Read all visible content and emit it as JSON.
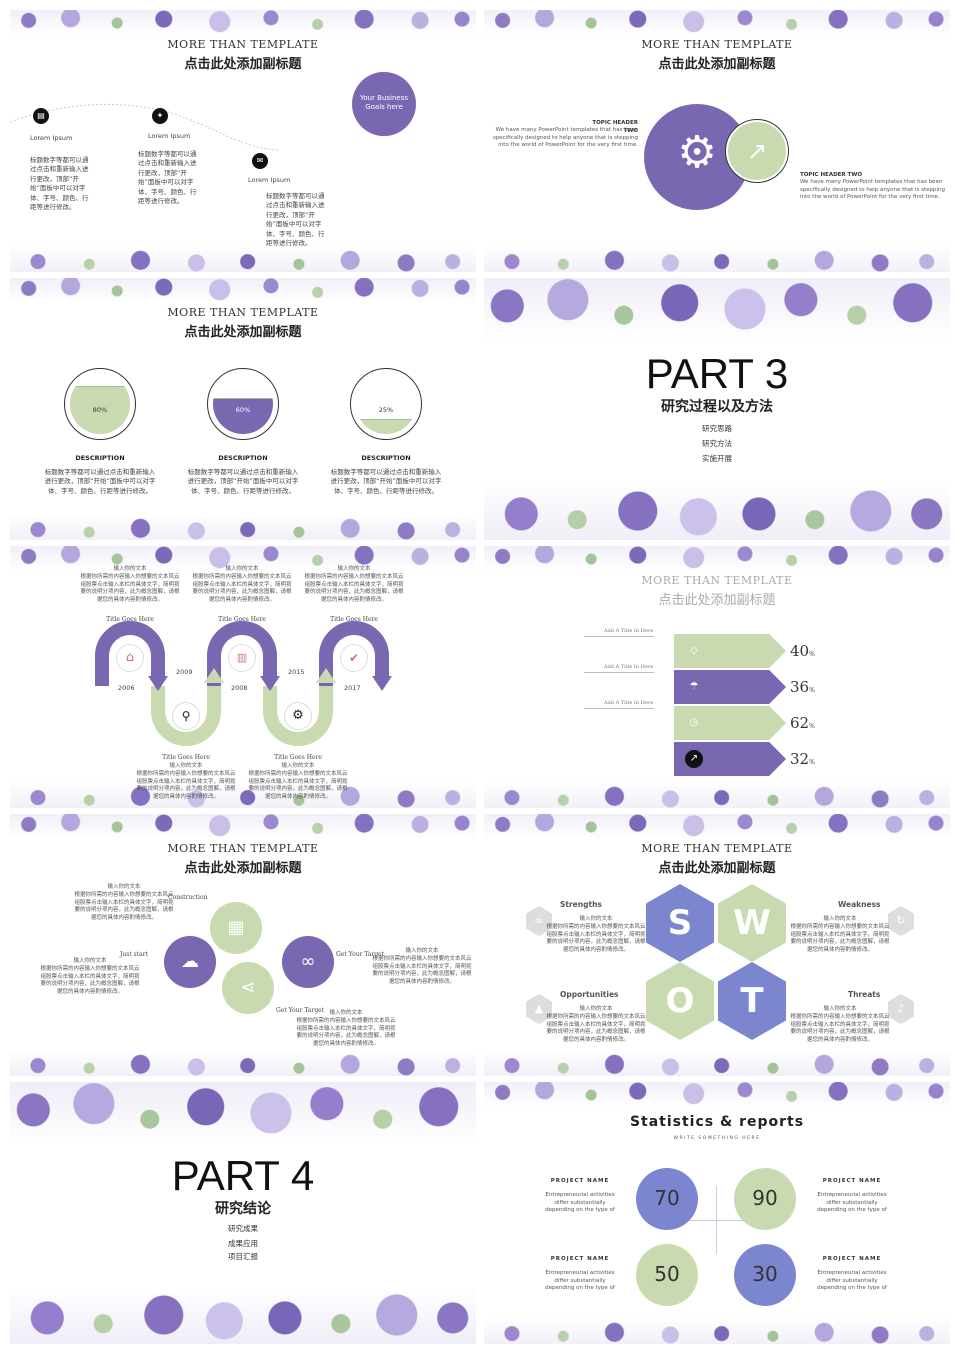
{
  "header": {
    "en": "MORE  THAN  TEMPLATE",
    "cn": "点击此处添加副标题"
  },
  "s1": {
    "items": [
      {
        "label": "Lorem Ipsum",
        "text": "标题数字等都可以通过点击和重新输入进行更改，顶部“开始”面板中可以对字体、字号、颜色、行距等进行修改。"
      },
      {
        "label": "Lorem Ipsum",
        "text": "标题数字等都可以通过点击和重新输入进行更改，顶部“开始”面板中可以对字体、字号、颜色、行距等进行修改。"
      },
      {
        "label": "Lorem Ipsum",
        "text": "标题数字等都可以通过点击和重新输入进行更改，顶部“开始”面板中可以对字体、字号、颜色、行距等进行修改。"
      }
    ],
    "goal": "Your Business Goals here"
  },
  "s2": {
    "topics": [
      {
        "title": "TOPIC HEADER TWO",
        "text": "We have many PowerPoint templates that has been specifically designed to help anyone that is stepping into the world of PowerPoint for the very first time."
      },
      {
        "title": "TOPIC HEADER TWO",
        "text": "We have many PowerPoint templates that has been specifically designed to help anyone that is stepping into the world of PowerPoint for the very first time."
      }
    ]
  },
  "s3": {
    "gauges": [
      {
        "percent": 80,
        "label": "80%",
        "title": "DESCRIPTION",
        "text": "标题数字等都可以通过点击和重新输入进行更改，顶部“开始”面板中可以对字体、字号、颜色、行距等进行修改。",
        "color": "#c9dab0"
      },
      {
        "percent": 60,
        "label": "60%",
        "title": "DESCRIPTION",
        "text": "标题数字等都可以通过点击和重新输入进行更改，顶部“开始”面板中可以对字体、字号、颜色、行距等进行修改。",
        "color": "#7a67b2"
      },
      {
        "percent": 25,
        "label": "25%",
        "title": "DESCRIPTION",
        "text": "标题数字等都可以通过点击和重新输入进行更改，顶部“开始”面板中可以对字体、字号、颜色、行距等进行修改。",
        "color": "#c9dab0"
      }
    ]
  },
  "s4": {
    "part": "PART 3",
    "subtitle": "研究过程以及方法",
    "items": [
      "研究思路",
      "研究方法",
      "实施开展"
    ]
  },
  "s5": {
    "top_heading": "输入你的文本",
    "body": "根据你所需的内容输入你想要的文本风云组股票点击输入本栏的具体文字，简明扼要的说明分项内容，此为概念图解，请根据您的具体内容酌情修改。",
    "title_goes_here": "Title Goes Here",
    "years": [
      "2006",
      "2009",
      "2008",
      "2015",
      "2017"
    ]
  },
  "s6": {
    "rows": [
      {
        "label": "Add A Title In Here",
        "value": "40",
        "unit": "%"
      },
      {
        "label": "Add A Title In Here",
        "value": "36",
        "unit": "%"
      },
      {
        "label": "Add A Title In Here",
        "value": "62",
        "unit": "%"
      },
      {
        "label": "",
        "value": "32",
        "unit": "%"
      }
    ]
  },
  "s7": {
    "labels": [
      "Construction",
      "Just start",
      "Get Your Target",
      "Get Your Target"
    ],
    "heading": "输入你的文本",
    "body": "根据你所需的内容输入你想要的文本风云组股票点击输入本栏的具体文字，简明扼要的说明分项内容，此为概念图解，请根据您的具体内容酌情修改。"
  },
  "s8": {
    "letters": [
      "S",
      "W",
      "O",
      "T"
    ],
    "titles": [
      "Strengths",
      "Weakness",
      "Opportunities",
      "Threats"
    ],
    "heading": "输入你的文本",
    "body": "根据你所需的内容输入你想要的文本风云组股票点击输入本栏的具体文字，简明扼要的说明分项内容，此为概念图解，请根据您的具体内容酌情修改。"
  },
  "s9": {
    "part": "PART 4",
    "subtitle": "研究结论",
    "items": [
      "研究成果",
      "成果应用",
      "项目汇报"
    ]
  },
  "s10": {
    "title": "Statistics & reports",
    "subtitle": "WRITE SOMETHING HERE",
    "project_name": "PROJECT NAME",
    "project_text": "Entrepreneurial activities differ substantially depending on the type of",
    "numbers": [
      "70",
      "90",
      "50",
      "30"
    ]
  },
  "colors": {
    "purple": "#7a67b2",
    "green": "#c9dab0",
    "blue": "#7b86cf"
  }
}
